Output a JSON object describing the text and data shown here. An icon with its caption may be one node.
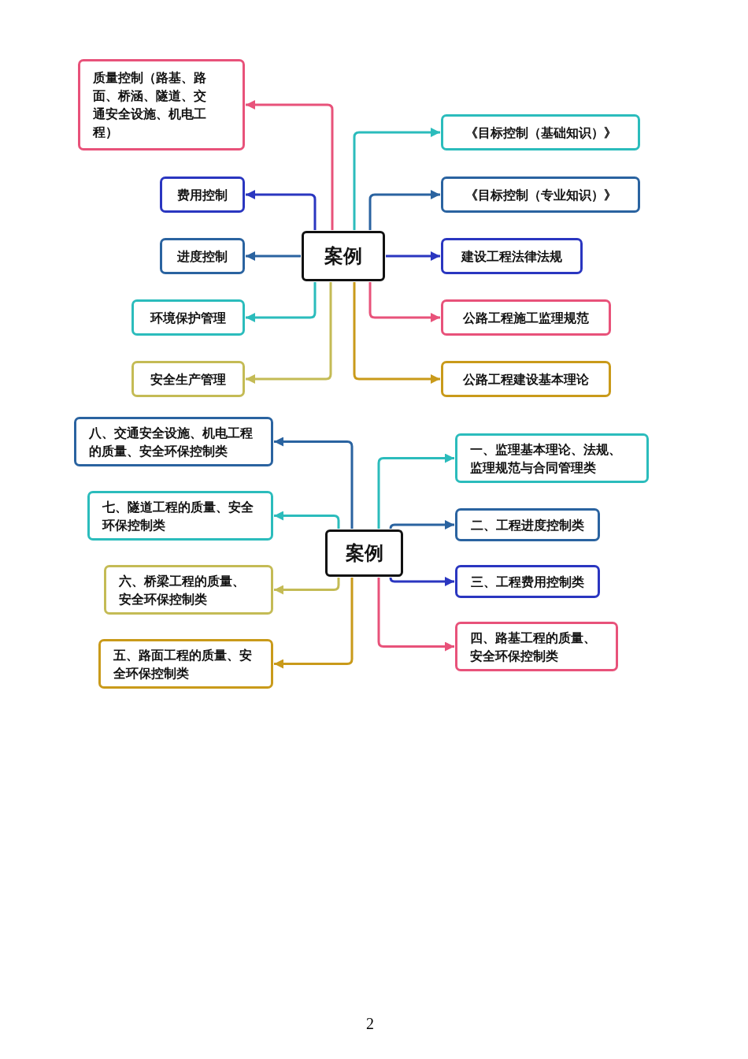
{
  "diagram": {
    "nodes": [
      {
        "text": [
          "案例"
        ]
      },
      {
        "text": [
          "质量控制（路基、路面、桥涵、隧道、交通安全设施、机电工程）"
        ]
      },
      {
        "text": [
          "费用控制"
        ]
      },
      {
        "text": [
          "进度控制"
        ]
      },
      {
        "text": [
          "环境保护管理"
        ]
      },
      {
        "text": [
          "安全生产管理"
        ]
      },
      {
        "text": [
          "《目标控制（基础知识）》"
        ]
      },
      {
        "text": [
          "《目标控制（专业知识）》"
        ]
      },
      {
        "text": [
          "建设工程法律法规"
        ]
      },
      {
        "text": [
          "公路工程施工监理规范"
        ]
      },
      {
        "text": [
          "公路工程建设基本理论"
        ]
      },
      {
        "text": [
          "案例"
        ]
      },
      {
        "text": [
          "八、交通安全设施、机电工程的质量、安全环保控制类"
        ]
      },
      {
        "text": [
          "七、隧道工程的质量、安全环保控制类"
        ]
      },
      {
        "text": [
          "六、桥梁工程的质量、安全环保控制类"
        ]
      },
      {
        "text": [
          "五、路面工程的质量、安全环保控制类"
        ]
      },
      {
        "text": [
          "一、监理基本理论、法规、监理规范与合同管理类"
        ]
      },
      {
        "text": [
          "二、工程进度控制类"
        ]
      },
      {
        "text": [
          "三、工程费用控制类"
        ]
      },
      {
        "text": [
          "四、路基工程的质量、安全环保控制类"
        ]
      }
    ],
    "edges": [
      {
        "from": 0,
        "to": 1,
        "arrow": "to",
        "color": "#e8527a"
      },
      {
        "from": 0,
        "to": 2,
        "arrow": "to",
        "color": "#2a36c0"
      },
      {
        "from": 0,
        "to": 3,
        "arrow": "to",
        "color": "#2a63a0"
      },
      {
        "from": 0,
        "to": 4,
        "arrow": "to",
        "color": "#2bbcbc"
      },
      {
        "from": 0,
        "to": 5,
        "arrow": "to",
        "color": "#c4bb55"
      },
      {
        "from": 0,
        "to": 6,
        "arrow": "to",
        "color": "#2bbcbc"
      },
      {
        "from": 0,
        "to": 7,
        "arrow": "to",
        "color": "#2a63a0"
      },
      {
        "from": 0,
        "to": 8,
        "arrow": "to",
        "color": "#2a36c0"
      },
      {
        "from": 0,
        "to": 9,
        "arrow": "to",
        "color": "#e8527a"
      },
      {
        "from": 0,
        "to": 10,
        "arrow": "to",
        "color": "#c99a1a"
      },
      {
        "from": 11,
        "to": 12,
        "arrow": "to",
        "color": "#2a63a0"
      },
      {
        "from": 11,
        "to": 13,
        "arrow": "to",
        "color": "#2bbcbc"
      },
      {
        "from": 11,
        "to": 14,
        "arrow": "to",
        "color": "#c4bb55"
      },
      {
        "from": 11,
        "to": 15,
        "arrow": "to",
        "color": "#c99a1a"
      },
      {
        "from": 11,
        "to": 16,
        "arrow": "to",
        "color": "#2bbcbc"
      },
      {
        "from": 11,
        "to": 17,
        "arrow": "to",
        "color": "#2a63a0"
      },
      {
        "from": 11,
        "to": 18,
        "arrow": "to",
        "color": "#2a36c0"
      },
      {
        "from": 11,
        "to": 19,
        "arrow": "to",
        "color": "#e8527a"
      }
    ],
    "labels": [
      "2"
    ]
  }
}
